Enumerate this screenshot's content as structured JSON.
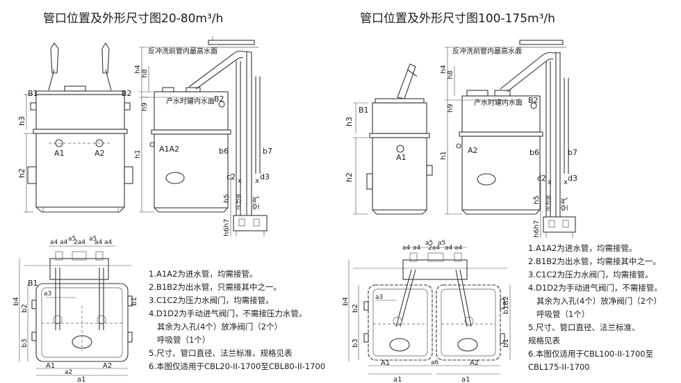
{
  "left": {
    "title": "管口位置及外形尺寸图20-80m³/h",
    "front_labels": {
      "b1": "B1",
      "b2": "B2",
      "a1": "A1",
      "a2": "A2",
      "h3": "h3",
      "h2": "h2"
    },
    "side_labels": {
      "backwash": "反冲洗前管内最高水面",
      "produce": "产水时罐内水面",
      "a1a2": "A1A2",
      "b2": "B2",
      "b6": "b6",
      "b7": "b7",
      "c2": "c2",
      "d3": "d3",
      "h4": "h4",
      "h8": "h8",
      "h9": "h9",
      "h1": "h1",
      "h5": "h5",
      "h6h7": "h6h7",
      "pressure": "压力水",
      "air": "空气"
    },
    "plan_labels": {
      "a4": "a4",
      "a5": "a5",
      "a4b": "a4",
      "2a4": "2a4",
      "a5b": "a5",
      "a4c": "a4",
      "a4d": "a4",
      "b1": "B1",
      "a3": "a3",
      "b4": "b4",
      "b2": "b2",
      "b3": "b3",
      "b1r": "b1",
      "a1": "A1",
      "a2": "A2",
      "a1d": "a1",
      "a2d": "a2"
    },
    "notes": [
      "1.A1A2为进水管，均需接管。",
      "2.B1B2为出水管，只需接其中之一。",
      "3.C1C2为压力水阀门，均需接管。",
      "4.D1D2为手动进气阀门，不需接压力水管。",
      "其余为入孔(4个）放净阀门（2个）",
      "呼吸管（1个）",
      "5.尺寸、管口直径、法兰标准、规格见表",
      "6.本图仅适用于CBL20-II-1700至CBL80-II-1700"
    ]
  },
  "right": {
    "title": "管口位置及外形尺寸图100-175m³/h",
    "front_labels": {
      "b1": "B1",
      "a1": "A1",
      "h3": "h3",
      "h2": "h2"
    },
    "side_labels": {
      "backwash": "反冲洗前管内最高水面",
      "produce": "产水时罐内水面",
      "a2": "A2",
      "b2": "B2",
      "b6": "b6",
      "b7": "b7",
      "c2": "c2",
      "d3": "d3",
      "h4": "h4",
      "h8": "h8",
      "h9": "h9",
      "h1": "h1",
      "h5": "h5",
      "h6h7": "h6h7",
      "pressure": "压力水",
      "air": "空气"
    },
    "plan_labels": {
      "a4": "a4",
      "a5": "a5",
      "2a4": "2a4",
      "a5b": "a5",
      "a4b": "a4",
      "a4c": "a4",
      "b1": "b1",
      "a3": "a3",
      "b4": "b4",
      "b2": "b2",
      "b3": "b3",
      "b1b2": "b1B2",
      "a1": "A1",
      "a2": "A2",
      "a1d": "a1",
      "a6": "a6",
      "a1e": "a1"
    },
    "notes": [
      "1.A1A2为进水管，均需接管。",
      "2.B1B2为出水管，均需接其中之一。",
      "3.C1C2为压力水阀门，均需接管。",
      "4.D1D2为手动进气阀门，不需接管。",
      "其余为入孔(4个）放净阀门（2个）",
      "呼吸管（1个）",
      "5.尺寸、管口直径、法兰标准、",
      "规格见表",
      "6.本图仅适用于CBL100-II-1700至",
      "CBL175-II-1700"
    ]
  }
}
